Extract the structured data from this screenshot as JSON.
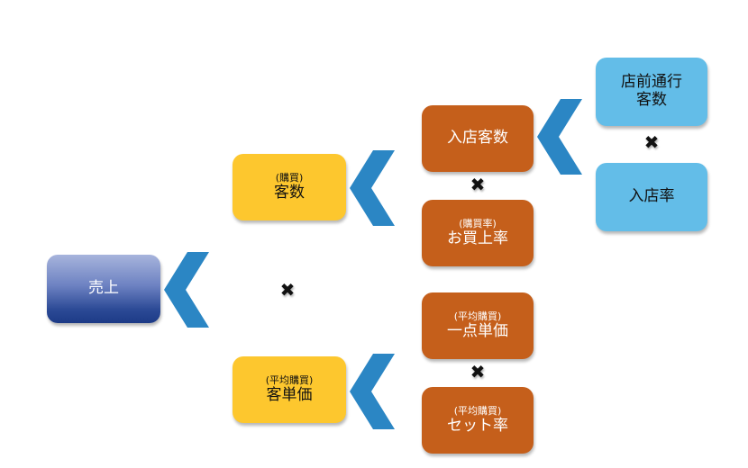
{
  "title": "売上分解ツリー",
  "colors": {
    "root": "#2c4a96",
    "level1": "#fdc72e",
    "level2": "#c55f1b",
    "level3": "#63bde8",
    "chevron": "#2b86c4"
  },
  "operator_symbol": "✖",
  "nodes": {
    "sales": {
      "sub": "",
      "main": "売上"
    },
    "customers": {
      "sub": "(購買)",
      "main": "客数"
    },
    "unit_price": {
      "sub": "(平均購買)",
      "main": "客単価"
    },
    "visitors": {
      "sub": "",
      "main": "入店客数"
    },
    "purchase_rate": {
      "sub": "(購買率)",
      "main": "お買上率"
    },
    "item_price": {
      "sub": "(平均購買)",
      "main": "一点単価"
    },
    "set_rate": {
      "sub": "(平均購買)",
      "main": "セット率"
    },
    "passersby": {
      "sub": "",
      "main": "店前通行\n客数"
    },
    "entry_rate": {
      "sub": "",
      "main": "入店率"
    }
  }
}
